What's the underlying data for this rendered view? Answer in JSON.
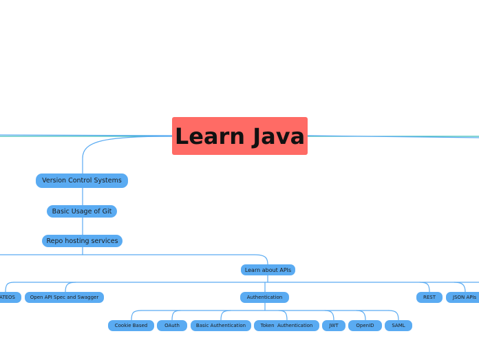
{
  "colors": {
    "main_fill": "#ff6b65",
    "node_fill": "#5aabf2",
    "connector_blue": "#5aabf2",
    "connector_teal": "#3fbfb8"
  },
  "diagram": {
    "type": "mind-map",
    "root": "Learn Java",
    "nodes": {
      "version_control": "Version Control Systems",
      "basic_git": "Basic Usage of Git",
      "repo_hosting": "Repo hosting services",
      "learn_apis": "Learn about APIs",
      "hateoas": "ATEOS",
      "open_api": "Open API Spec and Swagger",
      "authentication": "Authentication",
      "rest": "REST",
      "json_apis": "JSON APIs",
      "cookie_based": "Cookie Based",
      "oauth": "OAuth",
      "basic_auth": "Basic Authentication",
      "token_auth": "Token  Authentication",
      "jwt": "JWT",
      "openid": "OpenID",
      "saml": "SAML"
    },
    "edges": [
      [
        "root",
        "version_control"
      ],
      [
        "version_control",
        "basic_git"
      ],
      [
        "basic_git",
        "repo_hosting"
      ],
      [
        "repo_hosting",
        "learn_apis"
      ],
      [
        "learn_apis",
        "hateoas"
      ],
      [
        "learn_apis",
        "open_api"
      ],
      [
        "learn_apis",
        "authentication"
      ],
      [
        "learn_apis",
        "rest"
      ],
      [
        "learn_apis",
        "json_apis"
      ],
      [
        "authentication",
        "cookie_based"
      ],
      [
        "authentication",
        "oauth"
      ],
      [
        "authentication",
        "basic_auth"
      ],
      [
        "authentication",
        "token_auth"
      ],
      [
        "authentication",
        "jwt"
      ],
      [
        "authentication",
        "openid"
      ],
      [
        "authentication",
        "saml"
      ]
    ]
  }
}
